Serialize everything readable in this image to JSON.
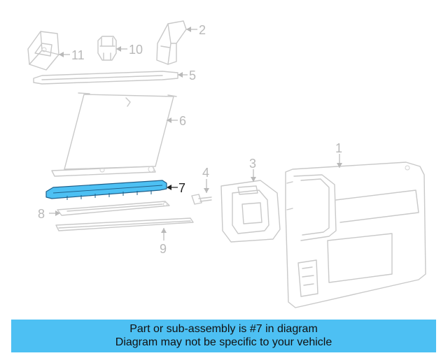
{
  "diagram": {
    "callouts": [
      {
        "id": "1",
        "label": "1"
      },
      {
        "id": "2",
        "label": "2"
      },
      {
        "id": "3",
        "label": "3"
      },
      {
        "id": "4",
        "label": "4"
      },
      {
        "id": "5",
        "label": "5"
      },
      {
        "id": "6",
        "label": "6"
      },
      {
        "id": "7",
        "label": "7"
      },
      {
        "id": "8",
        "label": "8"
      },
      {
        "id": "9",
        "label": "9"
      },
      {
        "id": "10",
        "label": "10"
      },
      {
        "id": "11",
        "label": "11"
      }
    ],
    "highlighted_part": "7",
    "colors": {
      "highlight_fill": "#4dc0f3",
      "highlight_stroke": "#1f5f8a",
      "part_outline": "#c9c9c9",
      "inactive_label": "#b9b9b9",
      "active_label": "#222222"
    }
  },
  "banner": {
    "line1": "Part or sub-assembly is #7 in diagram",
    "line2": "Diagram may not be specific to your vehicle",
    "background": "#4dc0f3"
  }
}
